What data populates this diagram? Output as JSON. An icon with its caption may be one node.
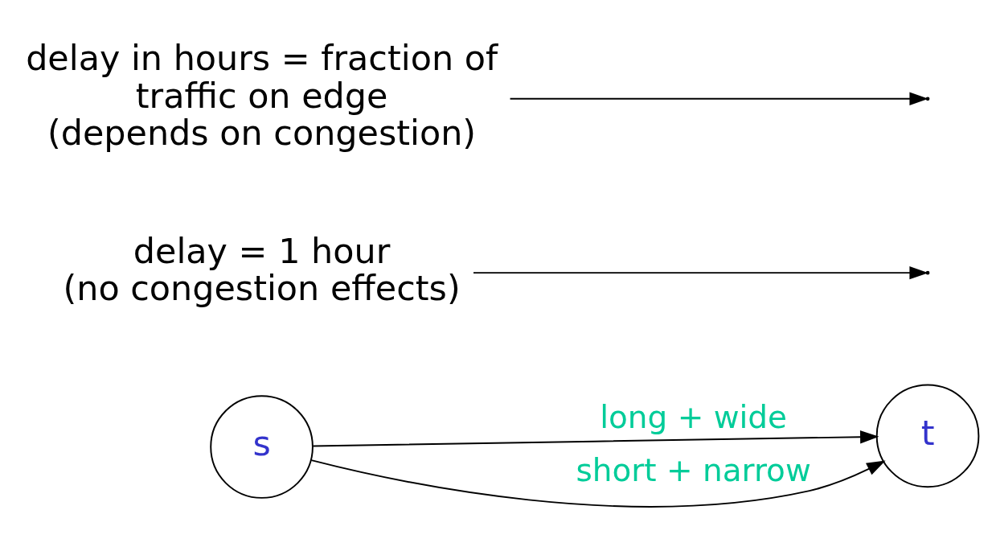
{
  "diagram": {
    "nodes": [
      {
        "text": [
          "s"
        ]
      },
      {
        "text": [
          "t"
        ]
      },
      {
        "text": [
          "delay = 1 hour",
          "(no congestion effects)"
        ]
      },
      {
        "text": [
          "delay in hours = fraction of traffic on edge",
          "(depends on congestion)"
        ]
      }
    ],
    "edges": [
      {
        "from": 0,
        "to": 1,
        "arrow": "to",
        "label": "long + wide"
      },
      {
        "from": 0,
        "to": 1,
        "arrow": "to",
        "label": "short + narrow"
      },
      {
        "from": 2,
        "to": null,
        "arrow": "to"
      },
      {
        "from": 3,
        "to": null,
        "arrow": "to"
      }
    ]
  }
}
